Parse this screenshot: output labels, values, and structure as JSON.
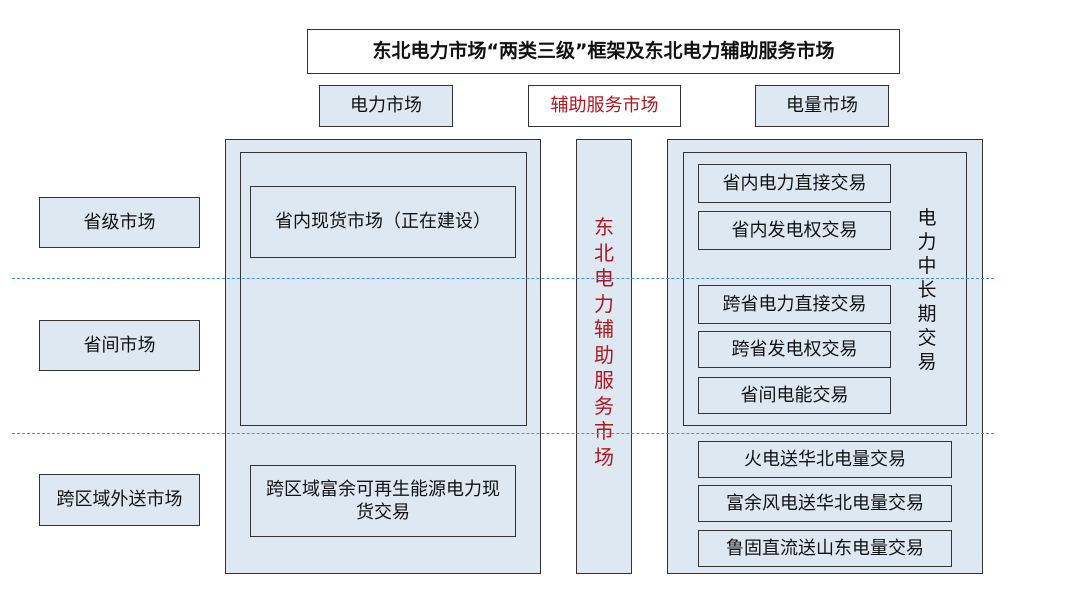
{
  "title": "东北电力市场“两类三级”框架及东北电力辅助服务市场",
  "columns": {
    "power_market": "电力市场",
    "ancillary_market": "辅助服务市场",
    "energy_market": "电量市场"
  },
  "levels": {
    "provincial": "省级市场",
    "inter_provincial": "省间市场",
    "cross_region": "跨区域外送市场"
  },
  "power_market": {
    "provincial_spot": "省内现货市场（正在建设）",
    "cross_region_spot": "跨区域富余可再生能源电力现货交易"
  },
  "ancillary_vertical": "东北电力辅助服务市场",
  "energy_market": {
    "mid_long_term_label": "电力中长期交易",
    "items_in_group": [
      "省内电力直接交易",
      "省内发电权交易",
      "跨省电力直接交易",
      "跨省发电权交易",
      "省间电能交易"
    ],
    "cross_region_items": [
      "火电送华北电量交易",
      "富余风电送华北电量交易",
      "鲁固直流送山东电量交易"
    ]
  },
  "colors": {
    "box_fill": "#dde8f3",
    "border": "#333333",
    "accent_red": "#b0171e",
    "dashed_line": "#4a90d6"
  }
}
